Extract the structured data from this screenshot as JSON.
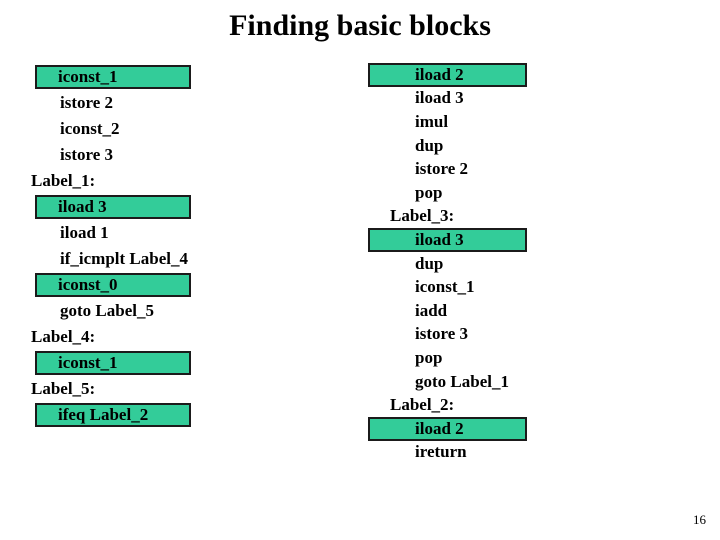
{
  "title": "Finding basic blocks",
  "page_number": "16",
  "colors": {
    "highlight": "#33CC99",
    "box_border": "#1b1b1b",
    "text": "#000000",
    "background": "#ffffff"
  },
  "left_column": {
    "rows": [
      {
        "text": "iconst_1",
        "style": "boxed"
      },
      {
        "text": "istore 2",
        "style": "instr"
      },
      {
        "text": "iconst_2",
        "style": "instr"
      },
      {
        "text": "istore 3",
        "style": "instr"
      },
      {
        "text": "Label_1:",
        "style": "label"
      },
      {
        "text": "iload 3",
        "style": "boxed"
      },
      {
        "text": "iload 1",
        "style": "instr"
      },
      {
        "text": "if_icmplt Label_4",
        "style": "instr"
      },
      {
        "text": "iconst_0",
        "style": "boxed"
      },
      {
        "text": "goto Label_5",
        "style": "instr"
      },
      {
        "text": "Label_4:",
        "style": "label"
      },
      {
        "text": "iconst_1",
        "style": "boxed"
      },
      {
        "text": "Label_5:",
        "style": "label"
      },
      {
        "text": "ifeq Label_2",
        "style": "boxed"
      }
    ]
  },
  "right_column": {
    "rows": [
      {
        "text": "iload 2",
        "style": "boxed"
      },
      {
        "text": "iload 3",
        "style": "instr"
      },
      {
        "text": "imul",
        "style": "instr"
      },
      {
        "text": "dup",
        "style": "instr"
      },
      {
        "text": "istore 2",
        "style": "instr"
      },
      {
        "text": "pop",
        "style": "instr"
      },
      {
        "text": "Label_3:",
        "style": "label"
      },
      {
        "text": "iload 3",
        "style": "boxed"
      },
      {
        "text": "dup",
        "style": "instr"
      },
      {
        "text": "iconst_1",
        "style": "instr"
      },
      {
        "text": "iadd",
        "style": "instr"
      },
      {
        "text": "istore 3",
        "style": "instr"
      },
      {
        "text": "pop",
        "style": "instr"
      },
      {
        "text": "goto Label_1",
        "style": "instr"
      },
      {
        "text": "Label_2:",
        "style": "label"
      },
      {
        "text": "iload 2",
        "style": "boxed"
      },
      {
        "text": "ireturn",
        "style": "instr"
      }
    ]
  }
}
